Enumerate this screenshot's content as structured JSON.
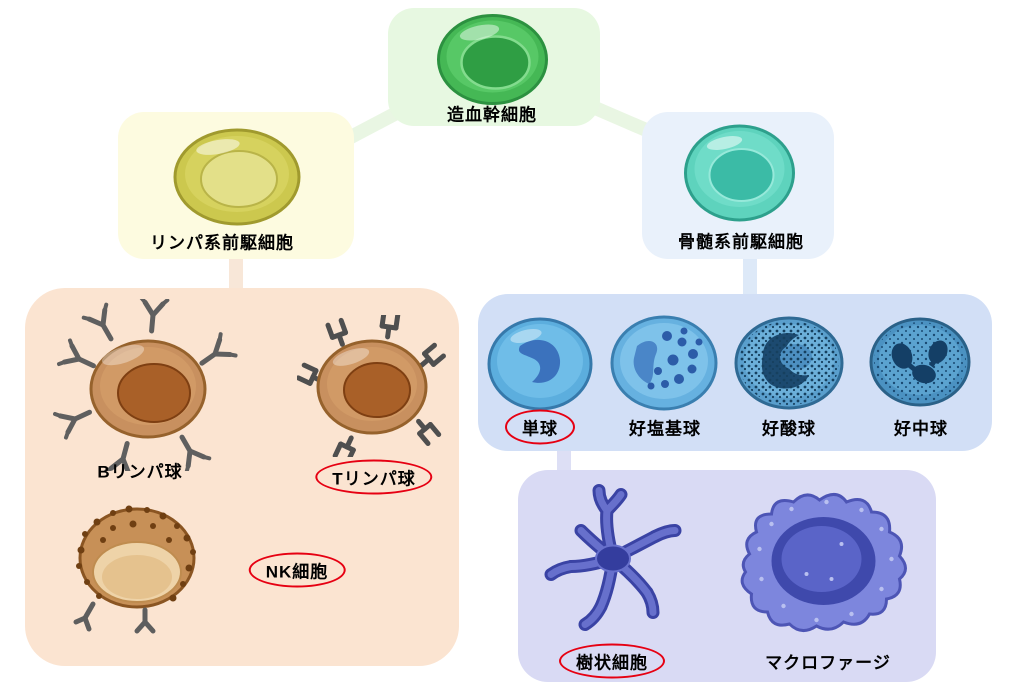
{
  "nodes": {
    "stem_cell": {
      "label": "造血幹細胞",
      "circled": false
    },
    "lymphoid_progenitor": {
      "label": "リンパ系前駆細胞",
      "circled": false
    },
    "myeloid_progenitor": {
      "label": "骨髄系前駆細胞",
      "circled": false
    },
    "b_lymphocyte": {
      "label": "Bリンパ球",
      "circled": false
    },
    "t_lymphocyte": {
      "label": "Tリンパ球",
      "circled": true
    },
    "nk_cell": {
      "label": "NK細胞",
      "circled": true
    },
    "monocyte": {
      "label": "単球",
      "circled": true
    },
    "basophil": {
      "label": "好塩基球",
      "circled": false
    },
    "eosinophil": {
      "label": "好酸球",
      "circled": false
    },
    "neutrophil": {
      "label": "好中球",
      "circled": false
    },
    "dendritic_cell": {
      "label": "樹状細胞",
      "circled": true
    },
    "macrophage": {
      "label": "マクロファージ",
      "circled": false
    }
  },
  "groups": {
    "lymphocyte_group": [
      "b_lymphocyte",
      "t_lymphocyte",
      "nk_cell"
    ],
    "granulocyte_monocyte_group": [
      "monocyte",
      "basophil",
      "eosinophil",
      "neutrophil"
    ],
    "monocyte_derived_group": [
      "dendritic_cell",
      "macrophage"
    ]
  },
  "edges": [
    {
      "from": "stem_cell",
      "to": "lymphoid_progenitor"
    },
    {
      "from": "stem_cell",
      "to": "myeloid_progenitor"
    },
    {
      "from": "lymphoid_progenitor",
      "to": "lymphocyte_group"
    },
    {
      "from": "myeloid_progenitor",
      "to": "granulocyte_monocyte_group"
    },
    {
      "from": "monocyte",
      "to": "monocyte_derived_group"
    }
  ],
  "colors": {
    "stem_box_bg": "#e7f8e1",
    "lymphoid_box_bg": "#fdfbe0",
    "myeloid_box_bg": "#e9f1fb",
    "lymphocyte_box_bg": "#fbe4d1",
    "granulocyte_box_bg": "#d2dff6",
    "monocyte_derived_box_bg": "#d9daf4",
    "highlight_ellipse": "#e60012",
    "stem_cell_green": "#45b855",
    "lymphoid_yellow": "#ccc84e",
    "myeloid_teal": "#5ed3bd",
    "lymphocyte_brown": "#c8905f",
    "blue_cell": "#5caede",
    "purple_cell": "#5a64c8"
  }
}
